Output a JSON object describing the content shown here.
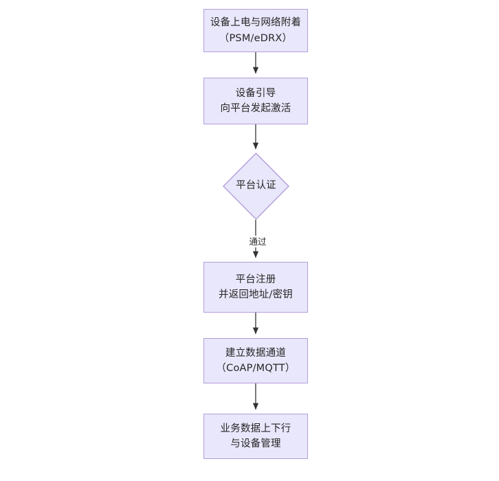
{
  "diagram": {
    "type": "flowchart",
    "orientation": "top-to-bottom",
    "background_color": "#ffffff",
    "node_fill_color": "#e9e7fb",
    "node_border_color": "#b39ddb",
    "text_color": "#262626",
    "edge_color": "#333333",
    "nodes": [
      {
        "id": "power-on",
        "shape": "rectangle",
        "lines": [
          "设备上电与网络附着",
          "（PSM/eDRX）"
        ]
      },
      {
        "id": "bootstrap",
        "shape": "rectangle",
        "lines": [
          "设备引导",
          "向平台发起激活"
        ]
      },
      {
        "id": "platform-auth",
        "shape": "diamond",
        "lines": [
          "平台认证"
        ]
      },
      {
        "id": "platform-register",
        "shape": "rectangle",
        "lines": [
          "平台注册",
          "并返回地址/密钥"
        ]
      },
      {
        "id": "data-channel",
        "shape": "rectangle",
        "lines": [
          "建立数据通道",
          "（CoAP/MQTT）"
        ]
      },
      {
        "id": "business-data",
        "shape": "rectangle",
        "lines": [
          "业务数据上下行",
          "与设备管理"
        ]
      }
    ],
    "edges": [
      {
        "id": "e1",
        "from": "power-on",
        "to": "bootstrap",
        "label": ""
      },
      {
        "id": "e2",
        "from": "bootstrap",
        "to": "platform-auth",
        "label": ""
      },
      {
        "id": "e3",
        "from": "platform-auth",
        "to": "platform-register",
        "label": "通过"
      },
      {
        "id": "e4",
        "from": "platform-register",
        "to": "data-channel",
        "label": ""
      },
      {
        "id": "e5",
        "from": "data-channel",
        "to": "business-data",
        "label": ""
      }
    ]
  }
}
